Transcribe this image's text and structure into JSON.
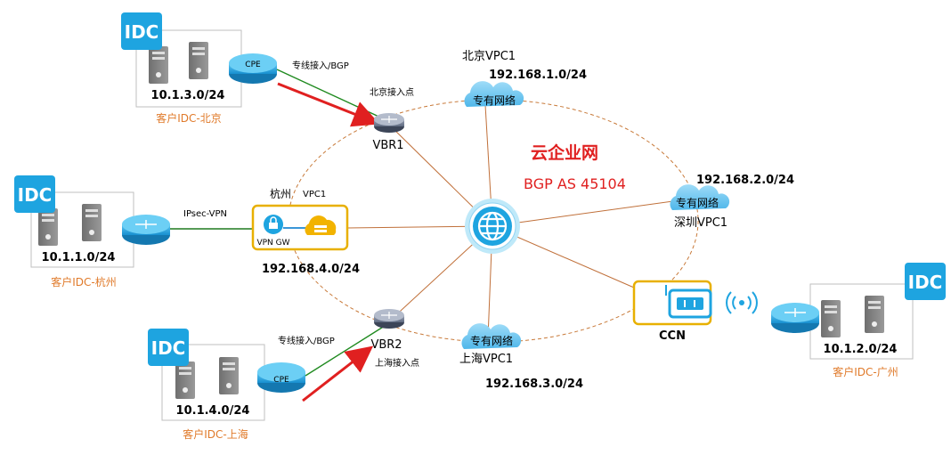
{
  "center": {
    "title": "云企业网",
    "subtitle": "BGP AS 45104"
  },
  "vpcs": {
    "beijing": {
      "name": "北京VPC1",
      "cidr": "192.168.1.0/24",
      "cloud_label": "专有网络"
    },
    "shenzhen": {
      "name": "深圳VPC1",
      "cidr": "192.168.2.0/24",
      "cloud_label": "专有网络"
    },
    "shanghai": {
      "name": "上海VPC1",
      "cidr": "192.168.3.0/24",
      "cloud_label": "专有网络"
    },
    "hangzhou": {
      "name_city": "杭州",
      "name_vpc": "VPC1",
      "cidr": "192.168.4.0/24",
      "gw_label": "VPN GW"
    }
  },
  "vbrs": {
    "vbr1": {
      "name": "VBR1",
      "access_point": "北京接入点"
    },
    "vbr2": {
      "name": "VBR2",
      "access_point": "上海接入点"
    }
  },
  "idcs": {
    "beijing": {
      "cidr": "10.1.3.0/24",
      "label": "客户IDC-北京",
      "cpe": "CPE",
      "link": "专线接入/BGP",
      "logo": "IDC"
    },
    "hangzhou": {
      "cidr": "10.1.1.0/24",
      "label": "客户IDC-杭州",
      "link": "IPsec-VPN",
      "logo": "IDC"
    },
    "shanghai": {
      "cidr": "10.1.4.0/24",
      "label": "客户IDC-上海",
      "cpe": "CPE",
      "link": "专线接入/BGP",
      "logo": "IDC"
    },
    "guangzhou": {
      "cidr": "10.1.2.0/24",
      "label": "客户IDC-广州",
      "logo": "IDC"
    }
  },
  "ccn": {
    "label": "CCN"
  },
  "colors": {
    "accent_red": "#e02020",
    "idc_orange": "#e07a2a",
    "ring": "#c87a3a",
    "spoke": "#c0703a",
    "bgp_line": "#1f8a1f",
    "vpn_line": "#1f7a1f",
    "box_yellow": "#e8b000",
    "router_blue": "#1fa2e0",
    "logo_blue": "#1ea4e0"
  }
}
